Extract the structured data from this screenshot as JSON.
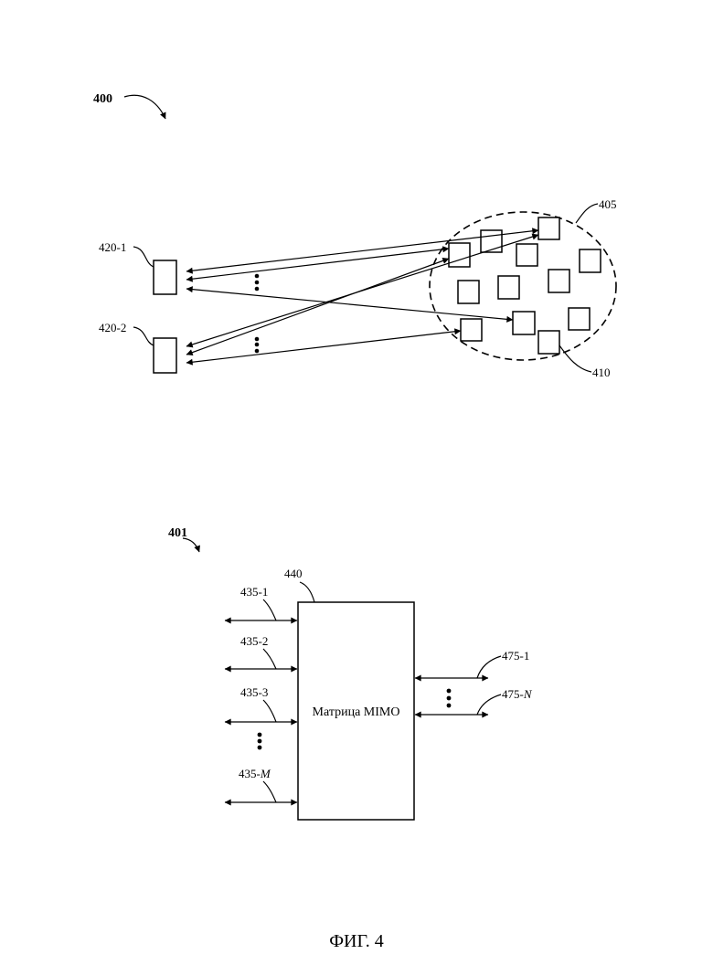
{
  "figure1": {
    "ref": "400",
    "cluster_ref": "405",
    "element_ref": "410",
    "device1_ref": "420-1",
    "device2_ref": "420-2"
  },
  "figure2": {
    "ref": "401",
    "block_ref": "440",
    "block_label": "Матрица MIMO",
    "left_ports": [
      "435-1",
      "435-2",
      "435-3"
    ],
    "left_last_prefix": "435-",
    "left_last_italic": "M",
    "right_first": "475-1",
    "right_last_prefix": "475-",
    "right_last_italic": "N"
  },
  "caption": "ФИГ. 4"
}
